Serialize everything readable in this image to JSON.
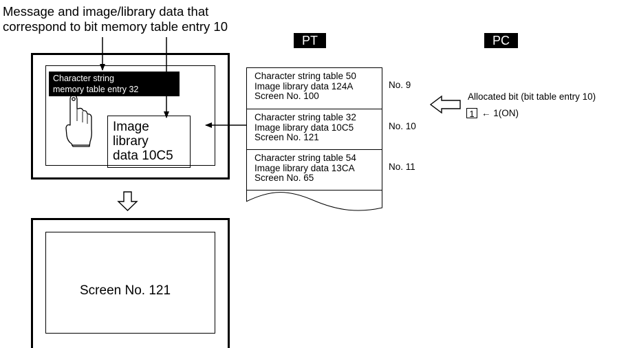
{
  "caption": {
    "line1": "Message and image/library data that",
    "line2": "correspond to bit memory table entry 10"
  },
  "tags": {
    "pt": "PT",
    "pc": "PC"
  },
  "pt_screen": {
    "message_line1": "Character string",
    "message_line2": "memory table entry 32",
    "image_line1": "Image",
    "image_line2": "library",
    "image_line3": "data 10C5"
  },
  "table": {
    "rows": [
      {
        "line1": "Character string table 50",
        "line2": "Image library data 124A",
        "line3": "Screen No. 100",
        "no": "No. 9"
      },
      {
        "line1": "Character string table 32",
        "line2": "Image library data 10C5",
        "line3": "Screen No. 121",
        "no": "No. 10"
      },
      {
        "line1": "Character string table 54",
        "line2": "Image library data 13CA",
        "line3": "Screen No. 65",
        "no": "No. 11"
      }
    ]
  },
  "pc": {
    "allocated_label": "Allocated bit (bit table entry 10)",
    "bit_value": "1",
    "bit_assign": "← 1(ON)"
  },
  "result_screen": {
    "label": "Screen No. 121"
  },
  "colors": {
    "ink": "#000000",
    "background": "#ffffff",
    "tag_text": "#ffffff"
  }
}
